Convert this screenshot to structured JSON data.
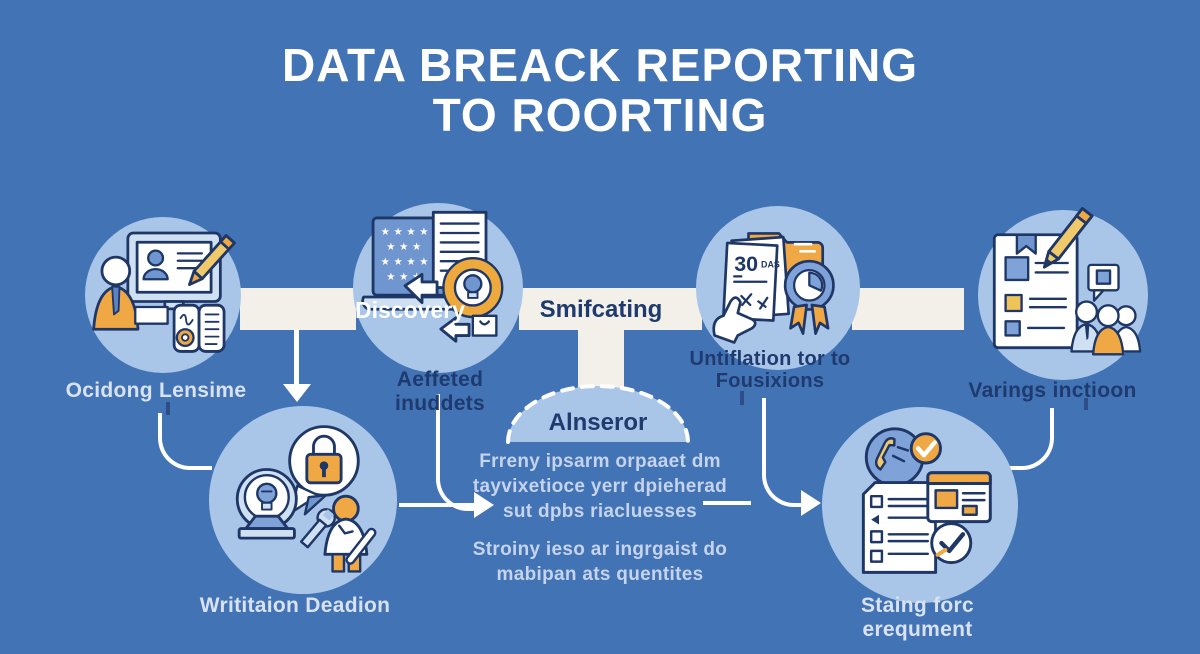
{
  "title": {
    "line1": "DATA BREACK REPORTING",
    "line2": "TO ROORTING"
  },
  "colors": {
    "background": "#4273b5",
    "circle_fill": "#a9c6e8",
    "band_fill": "#f2f0e9",
    "outline_navy": "#1e3766",
    "accent_orange": "#f0a844",
    "label_dark": "#1f3a6e",
    "label_light": "#d9e2f2",
    "body_text": "#c5d3ed"
  },
  "steps": {
    "license": {
      "label": "Ocidong Lensime",
      "icon": "id-card-certificate-icon"
    },
    "discovery": {
      "badge": "Discovery",
      "label": "Aeffeted inuddets",
      "icon": "laptop-magnifier-bulb-icon"
    },
    "banner": {
      "label": "Smifcating"
    },
    "notification": {
      "label": "Untiflation tor to Fousixions",
      "icon": "30-days-document-ribbon-icon",
      "doc_number": "30",
      "doc_suffix": "DAS"
    },
    "warnings": {
      "label": "Varings inctioon",
      "icon": "survey-checklist-people-icon"
    },
    "deadline": {
      "label": "Writitaion Deadion",
      "icon": "padlock-bubble-lamp-technician-icon"
    },
    "dome": {
      "label": "Alnseror"
    },
    "requirements": {
      "label": "Staing forc erequment",
      "icon": "phone-checklist-browser-icon"
    }
  },
  "body_text": {
    "para1_lines": [
      "Frreny ipsarm orpaaet dm",
      "tayvixetioce yerr dpieherad",
      "sut dpbs riacluesses"
    ],
    "para2_lines": [
      "Stroiny ieso ar ingrgaist do",
      "mabipan ats quentites"
    ]
  }
}
